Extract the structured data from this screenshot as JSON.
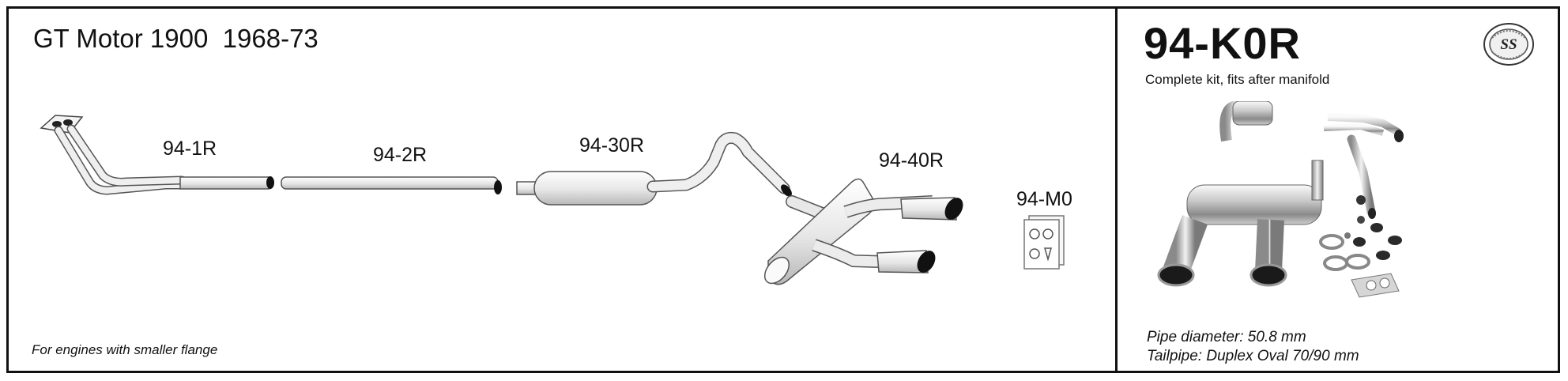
{
  "diagram": {
    "title": "GT Motor 1900  1968-73",
    "parts": [
      {
        "code": "94-1R"
      },
      {
        "code": "94-2R"
      },
      {
        "code": "94-30R"
      },
      {
        "code": "94-40R"
      },
      {
        "code": "94-M0"
      }
    ],
    "footnote": "For engines with smaller flange"
  },
  "kit": {
    "code": "94-K0R",
    "description": "Complete kit, fits after manifold",
    "pipe_diameter": "Pipe diameter: 50.8 mm",
    "tailpipe": "Tailpipe: Duplex Oval 70/90 mm",
    "badge_icon": "stainless-steel-quality-seal-icon"
  },
  "colors": {
    "border": "#111111",
    "pipe_fill": "#ececec",
    "pipe_stroke": "#555555",
    "steel_light": "#d8d8d8",
    "steel_dark": "#6e6e6e"
  }
}
